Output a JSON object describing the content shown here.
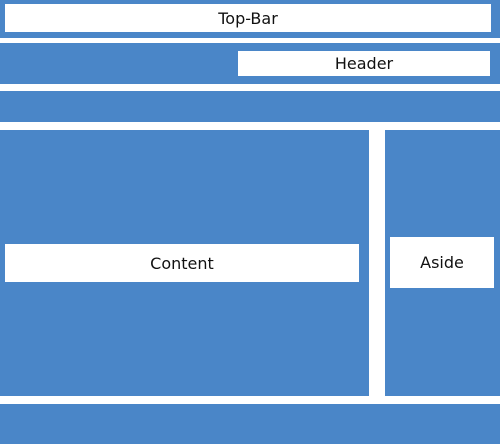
{
  "diagram": {
    "top_bar": {
      "label": "Top-Bar"
    },
    "header": {
      "label": "Header"
    },
    "navbar": {
      "label": ""
    },
    "content": {
      "label": "Content"
    },
    "aside": {
      "label": "Aside"
    },
    "footer": {
      "label": ""
    }
  },
  "colors": {
    "block": "#4a86c8",
    "label_background": "#ffffff",
    "text": "#111111"
  }
}
